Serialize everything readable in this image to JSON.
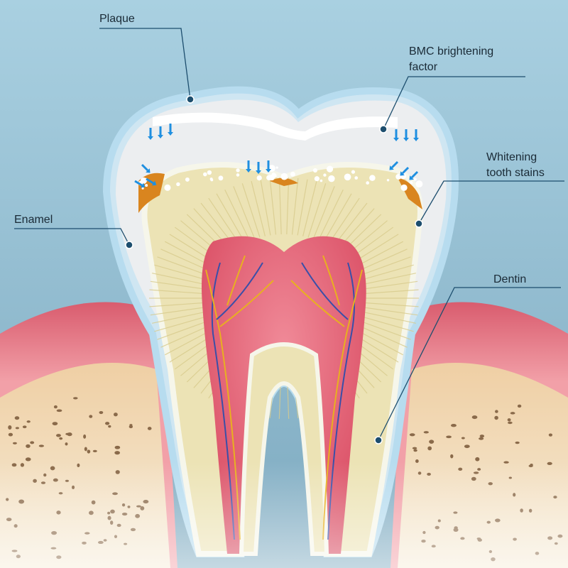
{
  "labels": {
    "plaque": "Plaque",
    "bmc_line1": "BMC brightening",
    "bmc_line2": "factor",
    "stains_line1": "Whitening",
    "stains_line2": "tooth stains",
    "enamel": "Enamel",
    "dentin": "Dentin"
  },
  "colors": {
    "background": "#9fc8da",
    "gum": "#e98a95",
    "bone": "#f1dcbd",
    "enamel": "#eef0f2",
    "dentin": "#ece3b5",
    "pulp": "#e0566f",
    "arrow": "#1f8fe0",
    "stain": "#d9851f"
  }
}
